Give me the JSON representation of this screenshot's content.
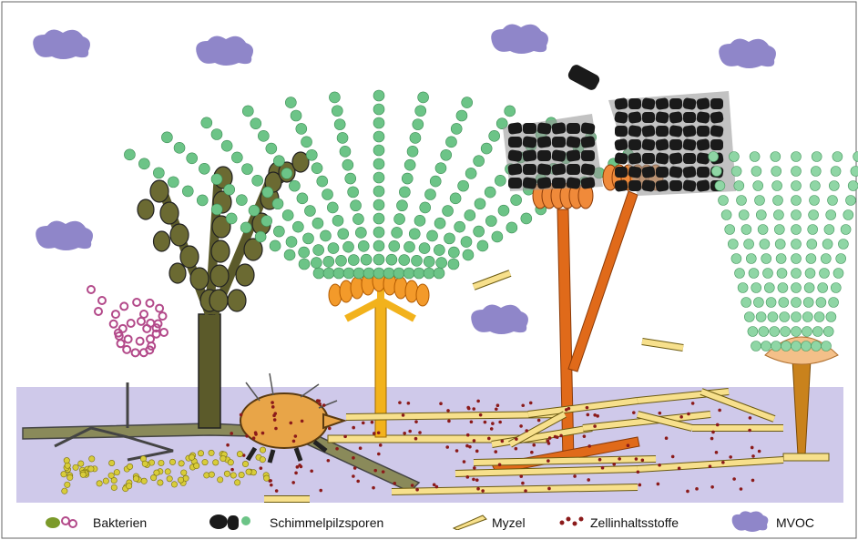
{
  "colors": {
    "background": "#ffffff",
    "substrate": "#cfc9ea",
    "cloud": "#8f86c9",
    "spore_green": "#6cc487",
    "spore_black": "#1a1a1a",
    "hyphae_olive": "#5b5a2a",
    "conidiophore_yellow": "#f2b21c",
    "conidiophore_orange": "#e06a1a",
    "bacteria": "#b34a8a",
    "cell_content": "#8b1a1a",
    "mycel": "#f7e08c"
  },
  "legend": {
    "bacteria_label": "Bakterien",
    "spores_label": "Schimmelpilzsporen",
    "mycel_label": "Myzel",
    "cell_content_label": "Zellinhaltsstoffe",
    "mvoc_label": "MVOC"
  },
  "icons": {
    "bacteria": "bacteria-icon",
    "spores": "spores-icon",
    "mycel": "mycel-icon",
    "cell_content": "cell-content-icon",
    "mvoc": "mvoc-cloud-icon"
  }
}
